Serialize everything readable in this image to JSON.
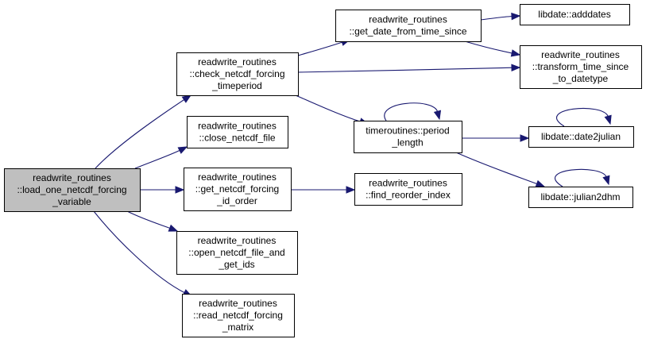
{
  "colors": {
    "edge": "#191970",
    "root_fill": "#bfbfbf",
    "node_fill": "#ffffff",
    "border": "#000000"
  },
  "nodes": [
    {
      "id": "root",
      "lines": [
        "readwrite_routines",
        "::load_one_netcdf_forcing",
        "_variable"
      ],
      "root": true
    },
    {
      "id": "check",
      "lines": [
        "readwrite_routines",
        "::check_netcdf_forcing",
        "_timeperiod"
      ]
    },
    {
      "id": "close",
      "lines": [
        "readwrite_routines",
        "::close_netcdf_file"
      ]
    },
    {
      "id": "getorder",
      "lines": [
        "readwrite_routines",
        "::get_netcdf_forcing",
        "_id_order"
      ]
    },
    {
      "id": "open",
      "lines": [
        "readwrite_routines",
        "::open_netcdf_file_and",
        "_get_ids"
      ]
    },
    {
      "id": "readmat",
      "lines": [
        "readwrite_routines",
        "::read_netcdf_forcing",
        "_matrix"
      ]
    },
    {
      "id": "getdate",
      "lines": [
        "readwrite_routines",
        "::get_date_from_time_since"
      ]
    },
    {
      "id": "period",
      "lines": [
        "timeroutines::period",
        "_length"
      ]
    },
    {
      "id": "reorder",
      "lines": [
        "readwrite_routines",
        "::find_reorder_index"
      ]
    },
    {
      "id": "adddates",
      "lines": [
        "libdate::adddates"
      ]
    },
    {
      "id": "transform",
      "lines": [
        "readwrite_routines",
        "::transform_time_since",
        "_to_datetype"
      ]
    },
    {
      "id": "date2julian",
      "lines": [
        "libdate::date2julian"
      ]
    },
    {
      "id": "julian2dhm",
      "lines": [
        "libdate::julian2dhm"
      ]
    }
  ],
  "edges": [
    {
      "from": "root",
      "to": "check"
    },
    {
      "from": "root",
      "to": "close"
    },
    {
      "from": "root",
      "to": "getorder"
    },
    {
      "from": "root",
      "to": "open"
    },
    {
      "from": "root",
      "to": "readmat"
    },
    {
      "from": "check",
      "to": "getdate"
    },
    {
      "from": "check",
      "to": "transform"
    },
    {
      "from": "check",
      "to": "period"
    },
    {
      "from": "getorder",
      "to": "reorder"
    },
    {
      "from": "getdate",
      "to": "adddates"
    },
    {
      "from": "getdate",
      "to": "transform"
    },
    {
      "from": "period",
      "to": "period"
    },
    {
      "from": "period",
      "to": "date2julian"
    },
    {
      "from": "period",
      "to": "julian2dhm"
    },
    {
      "from": "date2julian",
      "to": "date2julian"
    },
    {
      "from": "julian2dhm",
      "to": "julian2dhm"
    }
  ]
}
